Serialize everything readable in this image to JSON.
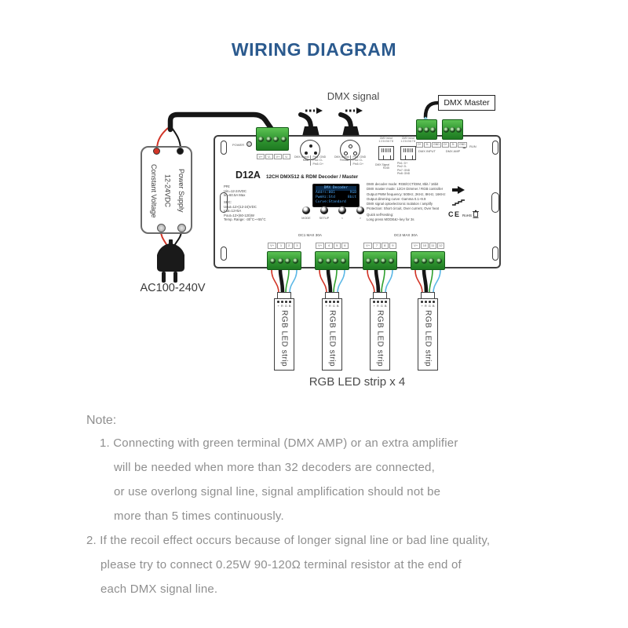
{
  "title": "WIRING DIAGRAM",
  "top_labels": {
    "dmx_signal": "DMX signal",
    "dmx_master": "DMX Master"
  },
  "power_supply": {
    "line1": "Power Supply",
    "line2": "12-24VDC",
    "line3": "Constant Voltage",
    "ac_input": "AC100-240V"
  },
  "device": {
    "model": "D12A",
    "subtitle": "12CH DMX512 & RDM Decoder / Master",
    "power_led": "POWER",
    "run_led": "RUN",
    "power_pins": [
      "V+",
      "V-",
      "V+",
      "V-"
    ],
    "xlr_male": {
      "title": "DMX Signal",
      "sub": "Male",
      "pins": [
        "Pin1: GND",
        "Pin2: D-",
        "Pin3: D+"
      ]
    },
    "xlr_female": {
      "title": "DMX Signal",
      "sub": "Female",
      "pins": [
        "Pin1: GND",
        "Pin2: D-",
        "Pin3: D+"
      ]
    },
    "rj45": {
      "top": "DMX in/out",
      "numbers": "12345678",
      "title": "DMX Signal",
      "sub": "RJ45",
      "pins": [
        "Pin1: D+",
        "Pin2: D-",
        "Pin7: GND",
        "Pin8: GND"
      ]
    },
    "dmx_input": {
      "label": "DMX INPUT",
      "pins": [
        "D+",
        "D-",
        "GND"
      ]
    },
    "dmx_amp": {
      "label": "DMX AMP",
      "pins": [
        "D+",
        "D-",
        "GND"
      ]
    },
    "left_specs": {
      "pri": [
        "PRI:",
        "Uin=12-24VDC",
        "Iin=60.5A Max"
      ],
      "sec": [
        "SEC:",
        "Uout=12×(12-24)VDC",
        "Iout=12×5A",
        "Pout=12×(60-120)W",
        "Temp. Range: -30°C~+55°C"
      ]
    },
    "oled": {
      "l1": "DMX Decoder",
      "l2a": "Addrs:001",
      "l2b": "RGB",
      "l3a": "PwmHz:Std",
      "l3b": "8bit",
      "l4": "Curve:Standard"
    },
    "buttons": [
      "MODE",
      "SETUP",
      "<",
      ">"
    ],
    "right_specs": [
      "DMX decoder mode: RGB/CCT/DIM, 8bit / 16bit",
      "DMX master mode: 12CH Dimmer / RGB controller",
      "Output PWM frequency: 500Hz, 2KHz, 8KHz, 16KHz",
      "Output dimming curve: Gamma 0.1~9.9",
      "DMX signal optoelectronic isolation / amplify",
      "Protection: Short circuit, Over current, Over heat"
    ],
    "self_test": [
      "Quick self-testing:",
      "Long press MODE&> key for 3s"
    ],
    "cert": {
      "ce": "CE",
      "rohs": "RoHS"
    },
    "dc1_label": "DC1  MAX 30A",
    "dc2_label": "DC2  MAX 30A",
    "output_groups": [
      {
        "cells": [
          "V+",
          "1",
          "2",
          "3"
        ]
      },
      {
        "cells": [
          "V+",
          "4",
          "5",
          "6"
        ]
      },
      {
        "cells": [
          "V+",
          "7",
          "8",
          "9"
        ]
      },
      {
        "cells": [
          "V+",
          "10",
          "11",
          "12"
        ]
      }
    ]
  },
  "led_strips": {
    "pin_header": "+RGB",
    "strip_label": "RGB LED strip",
    "caption": "RGB LED strip x 4"
  },
  "notes": {
    "heading": "Note:",
    "note1": [
      "1. Connecting with green terminal (DMX AMP) or an extra amplifier",
      "will be needed when more than 32 decoders are connected,",
      "or use overlong signal line, signal amplification should not be",
      "more than 5 times continuously."
    ],
    "note2": [
      "2. If the recoil effect occurs because of longer signal line or bad line quality,",
      "please try to connect 0.25W 90-120Ω terminal resistor at the end of",
      "each DMX signal line."
    ]
  },
  "colors": {
    "title_blue": "#2b5a8e",
    "note_gray": "#8f8f8f",
    "terminal_green": "#2f9430",
    "oled_text": "#4aa3f2",
    "wire_red": "#d23527",
    "wire_green": "#2fa12f",
    "wire_blue": "#5cb8e6",
    "wire_black": "#161616"
  }
}
